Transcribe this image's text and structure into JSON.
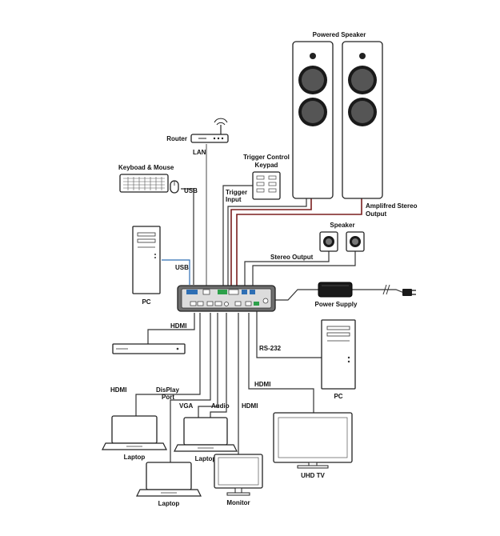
{
  "labels": {
    "powered_speaker": "Powered Speaker",
    "router": "Router",
    "lan": "LAN",
    "keyboard_mouse": "Keyboad & Mouse",
    "usb_top": "USB",
    "trigger_keypad_1": "Trigger Control",
    "trigger_keypad_2": "Keypad",
    "trigger_input_1": "Trigger",
    "trigger_input_2": "Input",
    "amp_out_1": "Amplifred Stereo",
    "amp_out_2": "Output",
    "speaker": "Speaker",
    "stereo_output": "Stereo Output",
    "pc_left": "PC",
    "usb_left": "USB",
    "power_supply": "Power Supply",
    "hdmi_player": "HDMI",
    "rs232": "RS-232",
    "pc_right": "PC",
    "hdmi_laptop": "HDMI",
    "displayport_1": "DisPlay",
    "displayport_2": "Port",
    "vga": "VGA",
    "audio": "Audio",
    "hdmi_center": "HDMI",
    "hdmi_uhd": "HDMI",
    "laptop_1": "Laptop",
    "laptop_2": "Laptop",
    "laptop_3": "Laptop",
    "monitor": "Monitor",
    "uhd_tv": "UHD TV"
  },
  "colors": {
    "usb_port": "#2f6fb4",
    "trigger_port": "#2da04a",
    "speaker_cable": "#7a1f1f",
    "cable_gray": "#8d8d8d",
    "cable_dark": "#333333"
  }
}
